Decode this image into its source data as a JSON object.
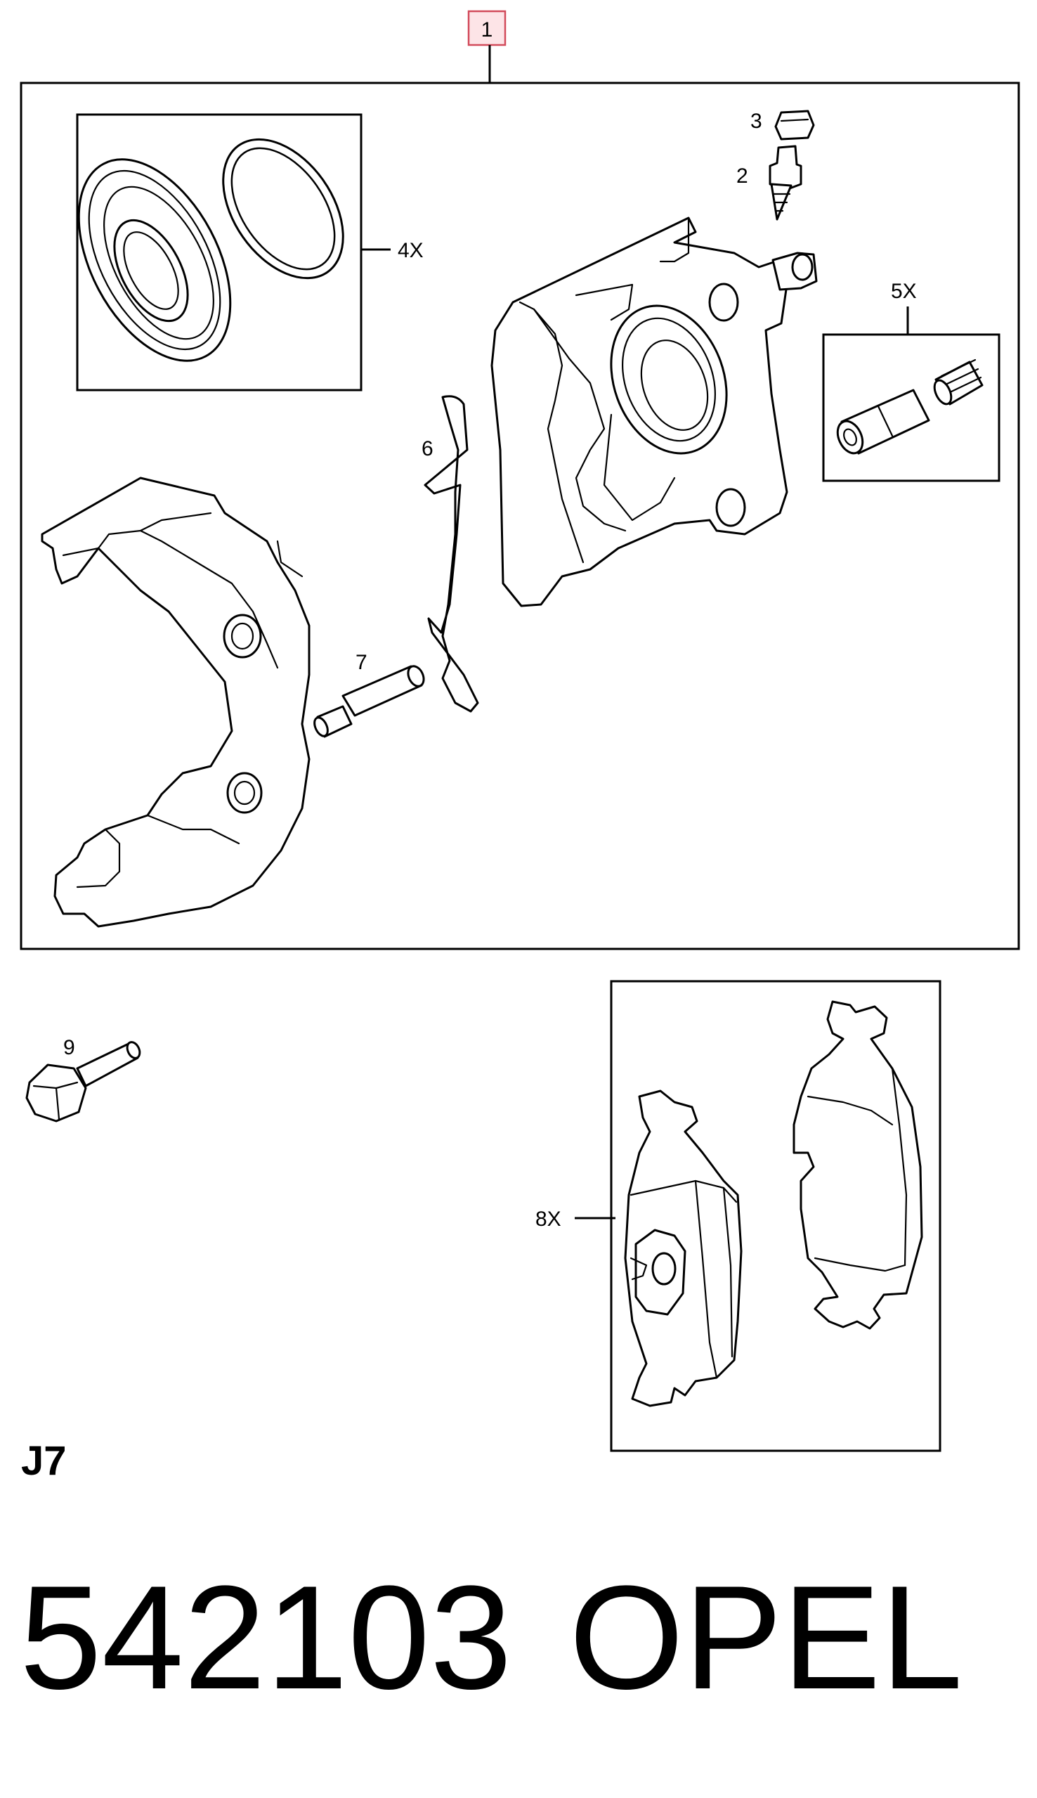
{
  "callouts": {
    "assembly": "1",
    "bleed_screw": "2",
    "dust_cap": "3",
    "seal_kit": "4X",
    "guide_kit": "5X",
    "spring_clip": "6",
    "guide_pin": "7",
    "brake_pads": "8X",
    "bolt": "9"
  },
  "diagram_code": "J7",
  "part_number": "542103",
  "brand": "OPEL",
  "colors": {
    "assembly_box_border": "#d24a5a",
    "assembly_box_fill": "#fde4e7",
    "line": "#000000"
  }
}
